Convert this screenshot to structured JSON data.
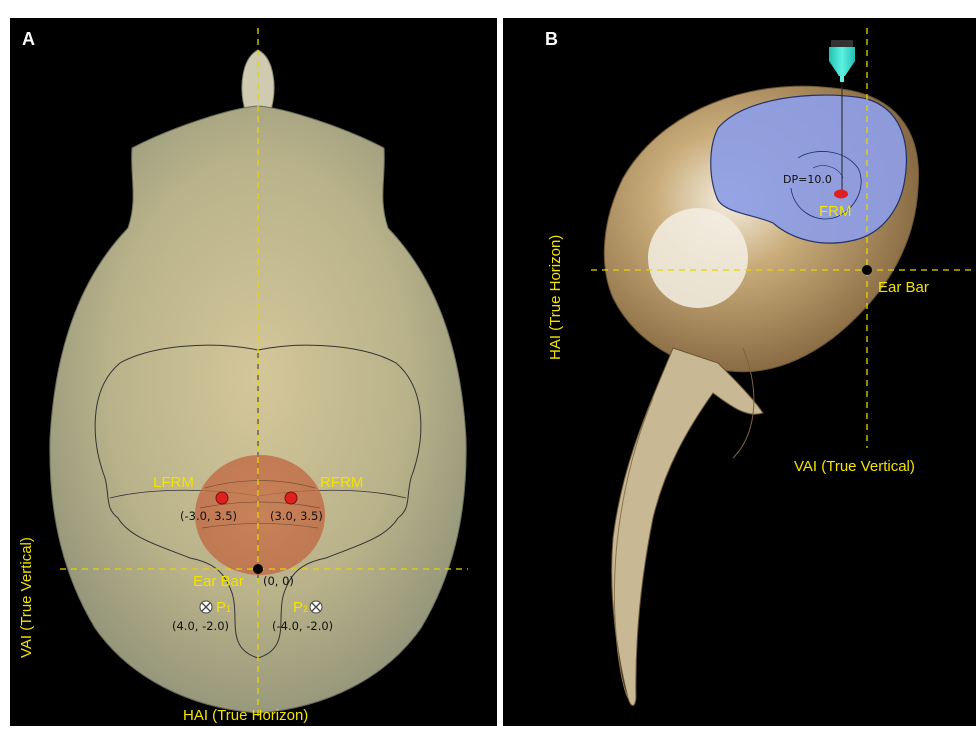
{
  "panelA": {
    "letter": "A",
    "label_lfrm": "LFRM",
    "label_rfrm": "RFRM",
    "coord_lfrm": "(-3.0, 3.5)",
    "coord_rfrm": "(3.0, 3.5)",
    "label_ear_bar": "Ear Bar",
    "coord_ear_bar": "(0, 0)",
    "label_p1": "P",
    "sub_p1": "1",
    "label_p2": "P",
    "sub_p2": "2",
    "coord_p1": "(4.0, -2.0)",
    "coord_p2": "(-4.0, -2.0)",
    "axis_vai": "VAI (True Vertical)",
    "axis_hai": "HAI (True Horizon)"
  },
  "panelB": {
    "letter": "B",
    "label_dp": "DP=10.0",
    "label_frm": "FRM",
    "label_ear_bar": "Ear Bar",
    "axis_hai": "HAI (True Horizon)",
    "axis_vai": "VAI (True Vertical)"
  },
  "colors": {
    "background": "#000000",
    "guide_line": "#e8d400",
    "label_yellow": "#f2e300",
    "injection_site": "#e0201e",
    "brain_region": "#8e9ee6",
    "target_area": "#c2744e",
    "syringe": "#33e0cf",
    "skull": "#b9b590"
  }
}
